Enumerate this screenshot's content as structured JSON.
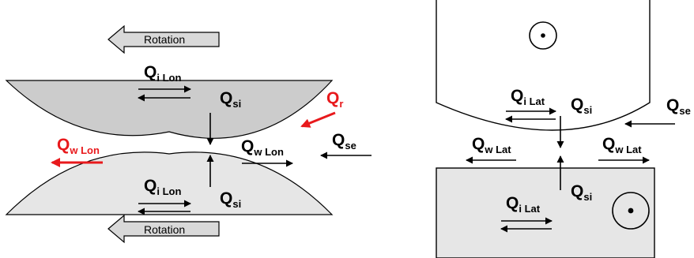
{
  "colors": {
    "highlight": "#e8191c",
    "surface_upper": "#cccccc",
    "surface_lower": "#e6e6e6",
    "block_fill": "#e6e6e6",
    "stroke": "#000000",
    "rotation_arrow_fill": "#d9d9d9"
  },
  "left_view": {
    "rotation_top": "Rotation",
    "rotation_bottom": "Rotation",
    "qi_top": {
      "main": "Q",
      "sub": "i Lon"
    },
    "qi_bottom": {
      "main": "Q",
      "sub": "i Lon"
    },
    "qsi_top": {
      "main": "Q",
      "sub": "si"
    },
    "qsi_bottom": {
      "main": "Q",
      "sub": "si"
    },
    "qr": {
      "main": "Q",
      "sub": "r"
    },
    "qse": {
      "main": "Q",
      "sub": "se"
    },
    "qw_left": {
      "main": "Q",
      "sub": "w Lon"
    },
    "qw_right": {
      "main": "Q",
      "sub": "w Lon"
    }
  },
  "right_view": {
    "qi_top": {
      "main": "Q",
      "sub": "i Lat"
    },
    "qi_bottom": {
      "main": "Q",
      "sub": "i Lat"
    },
    "qsi_top": {
      "main": "Q",
      "sub": "si"
    },
    "qsi_bottom": {
      "main": "Q",
      "sub": "si"
    },
    "qse": {
      "main": "Q",
      "sub": "se"
    },
    "qw_left": {
      "main": "Q",
      "sub": "w Lat"
    },
    "qw_right": {
      "main": "Q",
      "sub": "w Lat"
    },
    "rotation_symbol_top": "out-of-plane-rotation-icon",
    "rotation_symbol_bottom": "out-of-plane-rotation-icon"
  }
}
